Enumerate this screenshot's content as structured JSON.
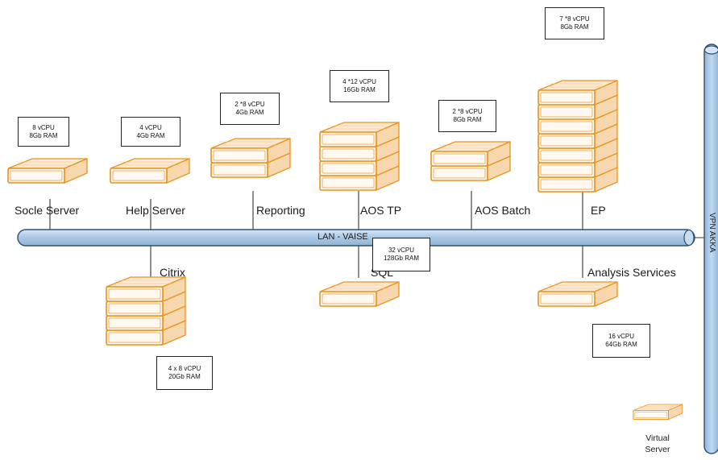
{
  "bus": {
    "label": "LAN - VAISE"
  },
  "vpn": {
    "label": "VPN AKKA"
  },
  "nodes": {
    "socle": {
      "name": "Socle Server",
      "spec_line1": "8 vCPU",
      "spec_line2": "8Gb RAM"
    },
    "help": {
      "name": "Help Server",
      "spec_line1": "4 vCPU",
      "spec_line2": "4Gb RAM"
    },
    "reporting": {
      "name": "Reporting",
      "spec_line1": "2 *8 vCPU",
      "spec_line2": "4Gb RAM"
    },
    "aostp": {
      "name": "AOS TP",
      "spec_line1": "4 *12 vCPU",
      "spec_line2": "16Gb RAM"
    },
    "aosbatch": {
      "name": "AOS Batch",
      "spec_line1": "2 *8 vCPU",
      "spec_line2": "8Gb RAM"
    },
    "ep": {
      "name": "EP",
      "spec_line1": "7 *8 vCPU",
      "spec_line2": "8Gb RAM"
    },
    "citrix": {
      "name": "Citrix",
      "spec_line1": "4 x 8 vCPU",
      "spec_line2": "20Gb RAM"
    },
    "sql": {
      "name": "SQL",
      "spec_line1": "32 vCPU",
      "spec_line2": "128Gb RAM"
    },
    "analysis": {
      "name": "Analysis Services",
      "spec_line1": "16 vCPU",
      "spec_line2": "64Gb RAM"
    }
  },
  "legend": {
    "line1": "Virtual",
    "line2": "Server"
  },
  "colors": {
    "server_stroke": "#e8931e",
    "server_fill": "#fdf6ec",
    "bus_fill": "#b9d3ea",
    "bus_stroke": "#2d4f73"
  }
}
